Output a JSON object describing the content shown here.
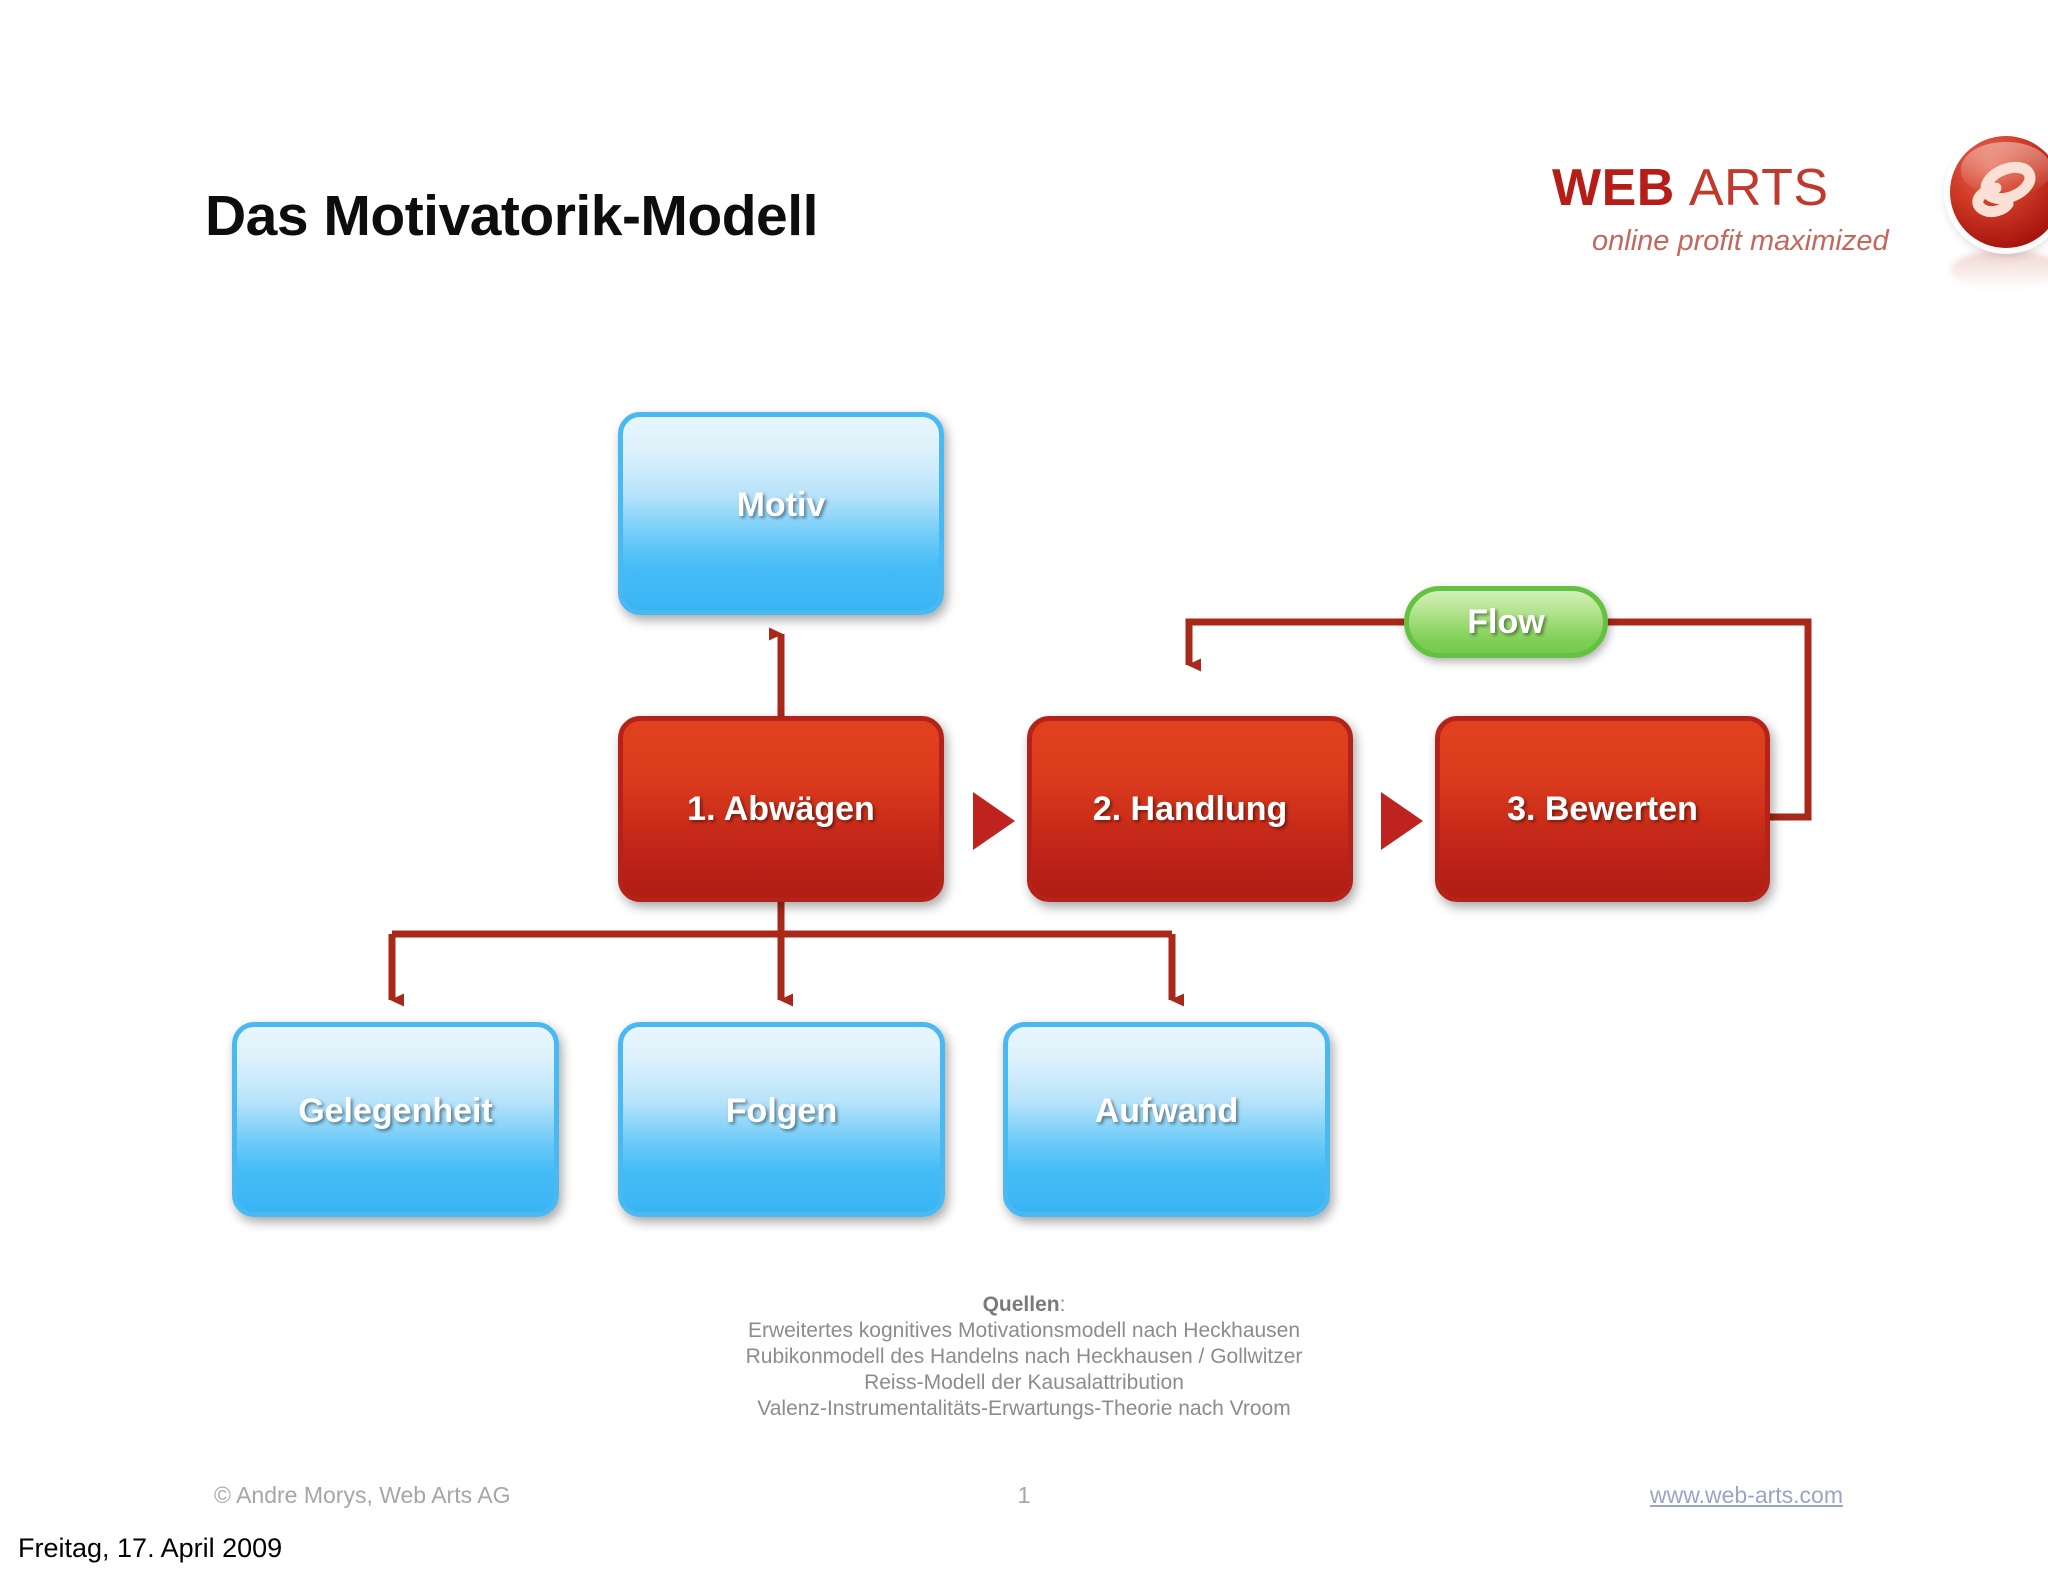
{
  "slide": {
    "title": "Das Motivatorik-Modell",
    "date_label": "Freitag, 17. April 2009"
  },
  "logo": {
    "word_primary": "WEB",
    "word_secondary": "ARTS",
    "tagline": "online profit maximized",
    "badge_icon": "link-loop-icon",
    "color_primary": "#b61d17",
    "color_secondary": "#c0392b",
    "color_tagline": "#c4675c",
    "badge_color": "#c0392b"
  },
  "diagram": {
    "nodes": {
      "motiv": {
        "label": "Motiv",
        "color": "#45bcf7",
        "kind": "blue"
      },
      "abwaegen": {
        "label": "1. Abwägen",
        "color": "#c82a19",
        "kind": "red"
      },
      "handlung": {
        "label": "2. Handlung",
        "color": "#c82a19",
        "kind": "red"
      },
      "bewerten": {
        "label": "3. Bewerten",
        "color": "#c82a19",
        "kind": "red"
      },
      "flow": {
        "label": "Flow",
        "color": "#80cf56",
        "kind": "green"
      },
      "gelegenheit": {
        "label": "Gelegenheit",
        "color": "#45bcf7",
        "kind": "blue"
      },
      "folgen": {
        "label": "Folgen",
        "color": "#45bcf7",
        "kind": "blue"
      },
      "aufwand": {
        "label": "Aufwand",
        "color": "#45bcf7",
        "kind": "blue"
      }
    },
    "connector_color": "#a8281a"
  },
  "sources": {
    "heading": "Quellen",
    "heading_suffix": ":",
    "lines": [
      "Erweitertes kognitives Motivationsmodell nach Heckhausen",
      "Rubikonmodell des Handelns nach Heckhausen / Gollwitzer",
      "Reiss-Modell der Kausalattribution",
      "Valenz-Instrumentalitäts-Erwartungs-Theorie nach Vroom"
    ]
  },
  "footer": {
    "copyright": "© Andre Morys, Web Arts AG",
    "page_number": "1",
    "url": "www.web-arts.com"
  }
}
